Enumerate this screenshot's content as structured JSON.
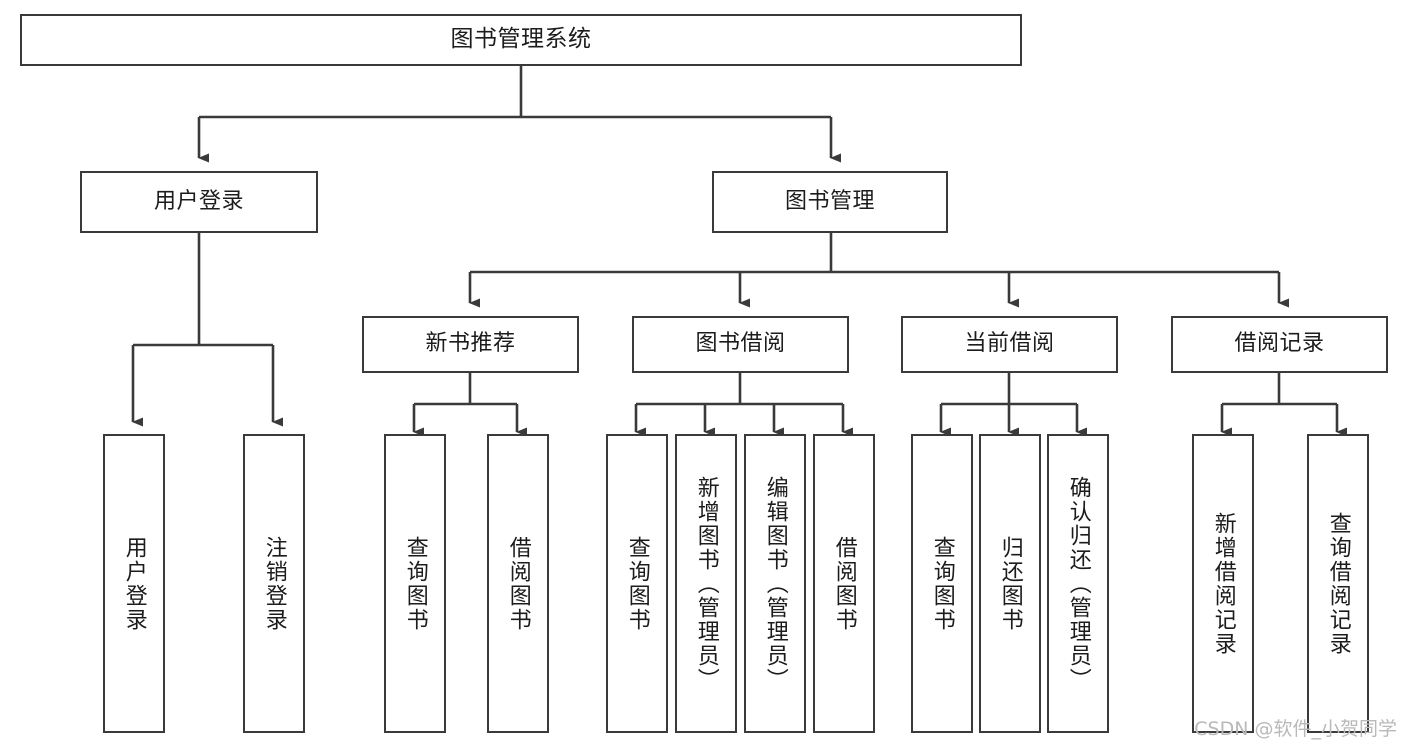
{
  "diagram": {
    "title": "图书管理系统",
    "watermark": "CSDN @软件_小贺同学",
    "line_color": "#3a3a3a",
    "text_color": "#1c1c1c",
    "background_color": "#ffffff",
    "root": {
      "label": "图书管理系统",
      "orientation": "horizontal"
    },
    "level2": [
      {
        "label": "用户登录",
        "orientation": "horizontal"
      },
      {
        "label": "图书管理",
        "orientation": "horizontal"
      }
    ],
    "level3": [
      {
        "label": "新书推荐",
        "orientation": "horizontal"
      },
      {
        "label": "图书借阅",
        "orientation": "horizontal"
      },
      {
        "label": "当前借阅",
        "orientation": "horizontal"
      },
      {
        "label": "借阅记录",
        "orientation": "horizontal"
      }
    ],
    "leaves": {
      "user_login": [
        {
          "label": "用户登录",
          "orientation": "vertical"
        },
        {
          "label": "注销登录",
          "orientation": "vertical"
        }
      ],
      "new_book_recommend": [
        {
          "label": "查询图书",
          "orientation": "vertical"
        },
        {
          "label": "借阅图书",
          "orientation": "vertical"
        }
      ],
      "book_borrow": [
        {
          "label": "查询图书",
          "orientation": "vertical"
        },
        {
          "label": "新增图书（管理员）",
          "orientation": "vertical"
        },
        {
          "label": "编辑图书（管理员）",
          "orientation": "vertical"
        },
        {
          "label": "借阅图书",
          "orientation": "vertical"
        }
      ],
      "current_borrow": [
        {
          "label": "查询图书",
          "orientation": "vertical"
        },
        {
          "label": "归还图书",
          "orientation": "vertical"
        },
        {
          "label": "确认归还（管理员）",
          "orientation": "vertical"
        }
      ],
      "borrow_record": [
        {
          "label": "新增借阅记录",
          "orientation": "vertical"
        },
        {
          "label": "查询借阅记录",
          "orientation": "vertical"
        }
      ]
    }
  }
}
